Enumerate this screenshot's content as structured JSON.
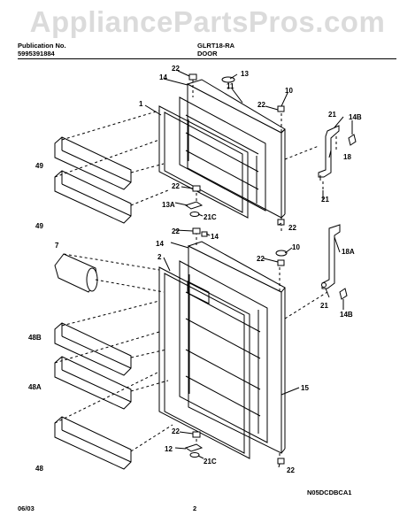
{
  "header": {
    "publication_label": "Publication No.",
    "publication_number": "5995391884",
    "model": "GLRT18-RA",
    "section": "DOOR"
  },
  "watermark": "AppliancePartsPros.com",
  "footer": {
    "date": "06/03",
    "page": "2",
    "diagram_code": "N05DCDBCA1"
  },
  "part_callouts": [
    "1",
    "2",
    "7",
    "10",
    "11",
    "12",
    "13",
    "13A",
    "14",
    "14B",
    "15",
    "18",
    "18A",
    "21",
    "21C",
    "22",
    "48",
    "48A",
    "48B",
    "49"
  ]
}
